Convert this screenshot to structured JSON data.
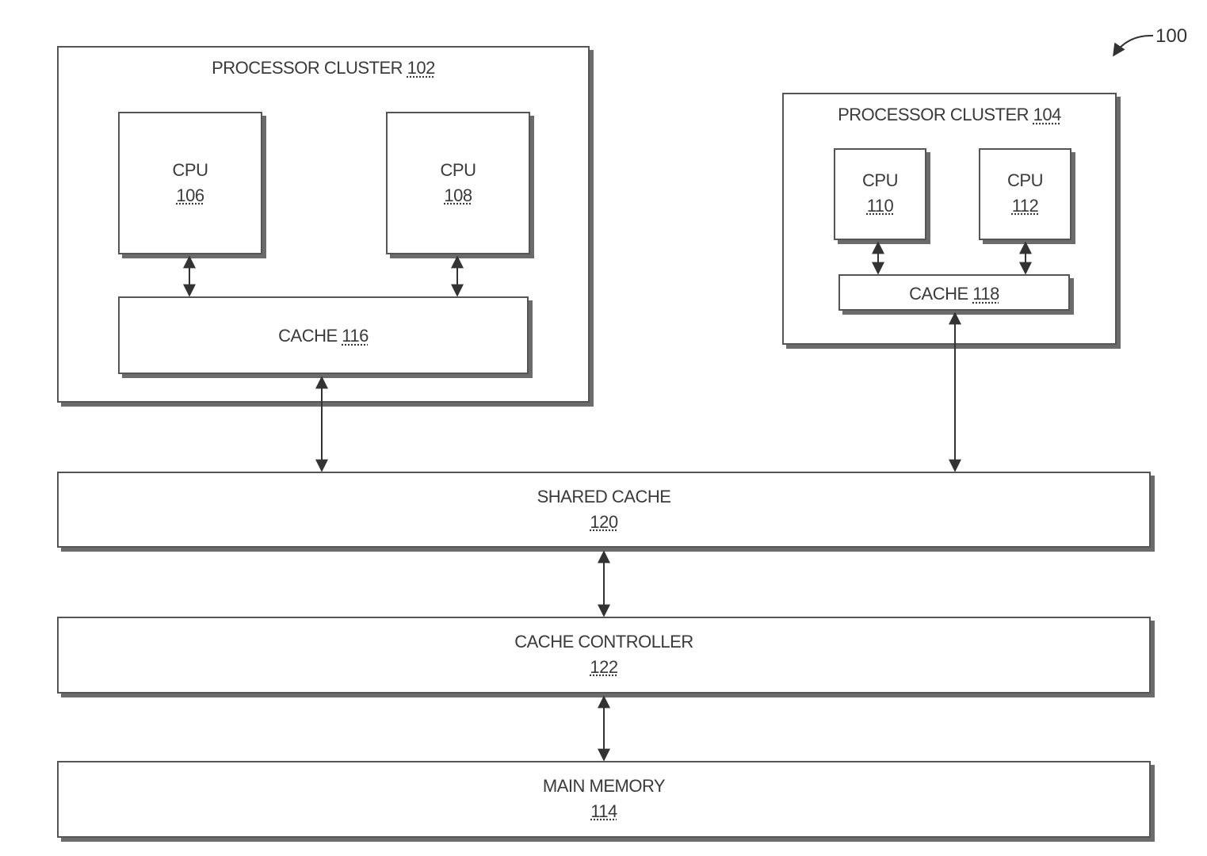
{
  "figure": {
    "ref": "100"
  },
  "clusters": [
    {
      "title": "PROCESSOR CLUSTER",
      "ref": "102",
      "cpus": [
        {
          "label": "CPU",
          "ref": "106"
        },
        {
          "label": "CPU",
          "ref": "108"
        }
      ],
      "cache": {
        "label": "CACHE",
        "ref": "116"
      }
    },
    {
      "title": "PROCESSOR CLUSTER",
      "ref": "104",
      "cpus": [
        {
          "label": "CPU",
          "ref": "110"
        },
        {
          "label": "CPU",
          "ref": "112"
        }
      ],
      "cache": {
        "label": "CACHE",
        "ref": "118"
      }
    }
  ],
  "shared_cache": {
    "label": "SHARED CACHE",
    "ref": "120"
  },
  "cache_controller": {
    "label": "CACHE CONTROLLER",
    "ref": "122"
  },
  "main_memory": {
    "label": "MAIN MEMORY",
    "ref": "114"
  }
}
